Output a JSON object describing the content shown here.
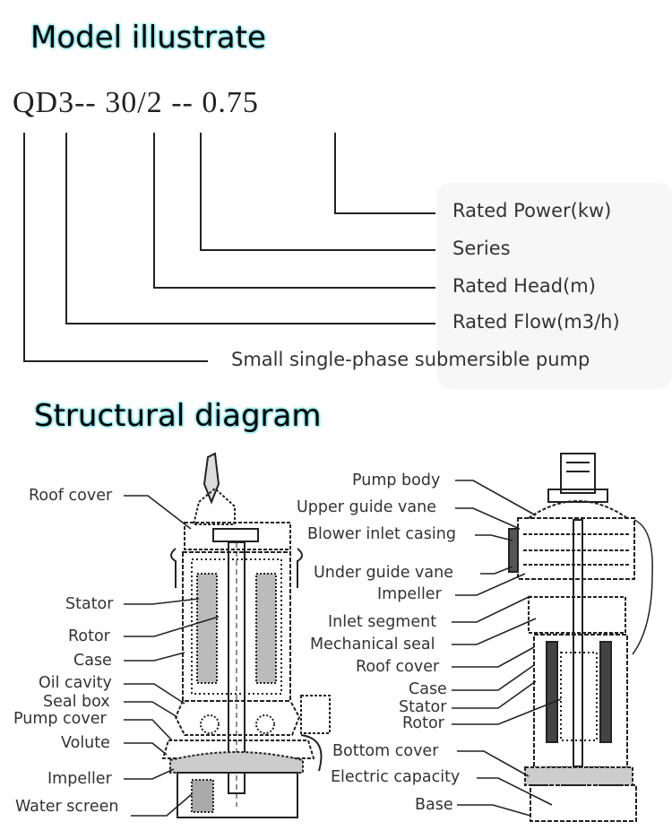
{
  "model_section": {
    "heading": "Model illustrate",
    "model_code": "QD3-- 30/2 -- 0.75",
    "legend": [
      {
        "label": "Rated Power(kw)",
        "refers_to": "0.75"
      },
      {
        "label": "Series",
        "refers_to": "2"
      },
      {
        "label": "Rated Head(m)",
        "refers_to": "30"
      },
      {
        "label": "Rated Flow(m3/h)",
        "refers_to": "3"
      },
      {
        "label": "Small single-phase submersible pump",
        "refers_to": "QD"
      }
    ]
  },
  "structure_section": {
    "heading": "Structural diagram",
    "left_pump_labels": [
      "Roof cover",
      "Stator",
      "Rotor",
      "Case",
      "Oil cavity",
      "Seal box",
      "Pump cover",
      "Volute",
      "Impeller",
      "Water screen"
    ],
    "right_pump_labels": [
      "Pump body",
      "Upper guide vane",
      "Blower inlet casing",
      "Under guide vane",
      "Impeller",
      "Inlet segment",
      "Mechanical seal",
      "Roof cover",
      "Case",
      "Stator",
      "Rotor",
      "Bottom cover",
      "Electric capacity",
      "Base"
    ]
  }
}
